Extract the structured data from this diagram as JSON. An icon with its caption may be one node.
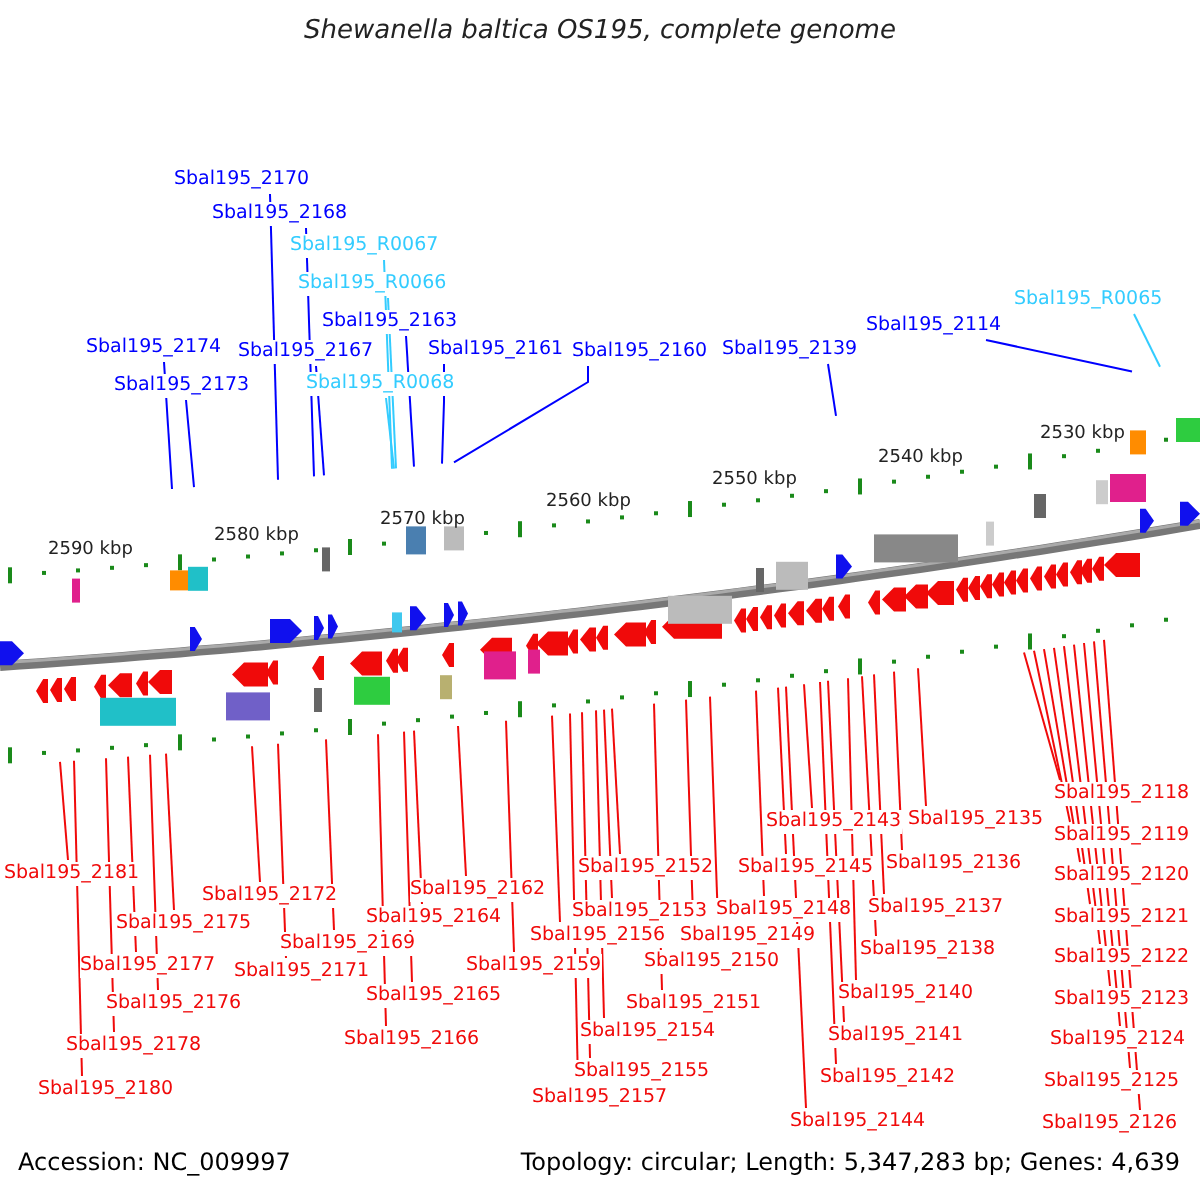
{
  "diagram": {
    "title": "Shewanella baltica OS195, complete genome",
    "nodes": [
      {
        "text": [
          "Sbal195_2170"
        ]
      },
      {
        "text": [
          "Sbal195_2168"
        ]
      },
      {
        "text": [
          "Sbal195_R0067"
        ]
      },
      {
        "text": [
          "Sbal195_R0066"
        ]
      },
      {
        "text": [
          "Sbal195_2163"
        ]
      },
      {
        "text": [
          "Sbal195_2167"
        ]
      },
      {
        "text": [
          "Sbal195_R0068"
        ]
      },
      {
        "text": [
          "Sbal195_2161"
        ]
      },
      {
        "text": [
          "Sbal195_2160"
        ]
      },
      {
        "text": [
          "Sbal195_2139"
        ]
      },
      {
        "text": [
          "Sbal195_2114"
        ]
      },
      {
        "text": [
          "Sbal195_R0065"
        ]
      },
      {
        "text": [
          "Sbal195_2174"
        ]
      },
      {
        "text": [
          "Sbal195_2173"
        ]
      },
      {
        "text": [
          "Sbal195_2181"
        ]
      },
      {
        "text": [
          "Sbal195_2172"
        ]
      },
      {
        "text": [
          "Sbal195_2175"
        ]
      },
      {
        "text": [
          "Sbal195_2169"
        ]
      },
      {
        "text": [
          "Sbal195_2177"
        ]
      },
      {
        "text": [
          "Sbal195_2171"
        ]
      },
      {
        "text": [
          "Sbal195_2176"
        ]
      },
      {
        "text": [
          "Sbal195_2178"
        ]
      },
      {
        "text": [
          "Sbal195_2180"
        ]
      },
      {
        "text": [
          "Sbal195_2164"
        ]
      },
      {
        "text": [
          "Sbal195_2162"
        ]
      },
      {
        "text": [
          "Sbal195_2165"
        ]
      },
      {
        "text": [
          "Sbal195_2166"
        ]
      },
      {
        "text": [
          "Sbal195_2159"
        ]
      },
      {
        "text": [
          "Sbal195_2152"
        ]
      },
      {
        "text": [
          "Sbal195_2153"
        ]
      },
      {
        "text": [
          "Sbal195_2156"
        ]
      },
      {
        "text": [
          "Sbal195_2149"
        ]
      },
      {
        "text": [
          "Sbal195_2150"
        ]
      },
      {
        "text": [
          "Sbal195_2151"
        ]
      },
      {
        "text": [
          "Sbal195_2154"
        ]
      },
      {
        "text": [
          "Sbal195_2155"
        ]
      },
      {
        "text": [
          "Sbal195_2157"
        ]
      },
      {
        "text": [
          "Sbal195_2148"
        ]
      },
      {
        "text": [
          "Sbal195_2145"
        ]
      },
      {
        "text": [
          "Sbal195_2143"
        ]
      },
      {
        "text": [
          "Sbal195_2135"
        ]
      },
      {
        "text": [
          "Sbal195_2136"
        ]
      },
      {
        "text": [
          "Sbal195_2137"
        ]
      },
      {
        "text": [
          "Sbal195_2138"
        ]
      },
      {
        "text": [
          "Sbal195_2140"
        ]
      },
      {
        "text": [
          "Sbal195_2141"
        ]
      },
      {
        "text": [
          "Sbal195_2142"
        ]
      },
      {
        "text": [
          "Sbal195_2144"
        ]
      },
      {
        "text": [
          "Sbal195_2118"
        ]
      },
      {
        "text": [
          "Sbal195_2119"
        ]
      },
      {
        "text": [
          "Sbal195_2120"
        ]
      },
      {
        "text": [
          "Sbal195_2121"
        ]
      },
      {
        "text": [
          "Sbal195_2122"
        ]
      },
      {
        "text": [
          "Sbal195_2123"
        ]
      },
      {
        "text": [
          "Sbal195_2124"
        ]
      },
      {
        "text": [
          "Sbal195_2125"
        ]
      },
      {
        "text": [
          "Sbal195_2126"
        ]
      }
    ],
    "edges": [
      {
        "from": 0,
        "to": null,
        "arrow": "none",
        "color": "#0000ff"
      },
      {
        "from": 1,
        "to": null,
        "arrow": "none",
        "color": "#0000ff"
      },
      {
        "from": 2,
        "to": null,
        "arrow": "none",
        "color": "#33ccff"
      },
      {
        "from": 3,
        "to": null,
        "arrow": "none",
        "color": "#33ccff"
      },
      {
        "from": 4,
        "to": null,
        "arrow": "none",
        "color": "#0000ff"
      },
      {
        "from": 5,
        "to": null,
        "arrow": "none",
        "color": "#0000ff"
      },
      {
        "from": 6,
        "to": null,
        "arrow": "none",
        "color": "#33ccff"
      },
      {
        "from": 7,
        "to": null,
        "arrow": "none",
        "color": "#0000ff"
      },
      {
        "from": 8,
        "to": null,
        "arrow": "none",
        "color": "#0000ff"
      },
      {
        "from": 9,
        "to": null,
        "arrow": "none",
        "color": "#0000ff"
      },
      {
        "from": 10,
        "to": null,
        "arrow": "none",
        "color": "#0000ff"
      },
      {
        "from": 11,
        "to": null,
        "arrow": "none",
        "color": "#33ccff"
      },
      {
        "from": 12,
        "to": null,
        "arrow": "none",
        "color": "#0000ff"
      },
      {
        "from": 13,
        "to": null,
        "arrow": "none",
        "color": "#0000ff"
      },
      {
        "from": 14,
        "to": null,
        "arrow": "none"
      },
      {
        "from": 15,
        "to": null,
        "arrow": "none"
      },
      {
        "from": 16,
        "to": null,
        "arrow": "none"
      },
      {
        "from": 17,
        "to": null,
        "arrow": "none"
      },
      {
        "from": 18,
        "to": null,
        "arrow": "none"
      },
      {
        "from": 19,
        "to": null,
        "arrow": "none"
      },
      {
        "from": 20,
        "to": null,
        "arrow": "none"
      },
      {
        "from": 21,
        "to": null,
        "arrow": "none"
      },
      {
        "from": 22,
        "to": null,
        "arrow": "none"
      },
      {
        "from": 23,
        "to": null,
        "arrow": "none"
      },
      {
        "from": 24,
        "to": null,
        "arrow": "none"
      },
      {
        "from": 25,
        "to": null,
        "arrow": "none"
      },
      {
        "from": 26,
        "to": null,
        "arrow": "none"
      },
      {
        "from": 27,
        "to": null,
        "arrow": "none"
      },
      {
        "from": 28,
        "to": null,
        "arrow": "none"
      },
      {
        "from": 29,
        "to": null,
        "arrow": "none"
      },
      {
        "from": 30,
        "to": null,
        "arrow": "none"
      },
      {
        "from": 31,
        "to": null,
        "arrow": "none"
      },
      {
        "from": 32,
        "to": null,
        "arrow": "none"
      },
      {
        "from": 33,
        "to": null,
        "arrow": "none"
      },
      {
        "from": 34,
        "to": null,
        "arrow": "none"
      },
      {
        "from": 35,
        "to": null,
        "arrow": "none"
      },
      {
        "from": 36,
        "to": null,
        "arrow": "none"
      },
      {
        "from": 37,
        "to": null,
        "arrow": "none"
      },
      {
        "from": 38,
        "to": null,
        "arrow": "none"
      },
      {
        "from": 39,
        "to": null,
        "arrow": "none"
      },
      {
        "from": 40,
        "to": null,
        "arrow": "none"
      },
      {
        "from": 41,
        "to": null,
        "arrow": "none"
      },
      {
        "from": 42,
        "to": null,
        "arrow": "none"
      },
      {
        "from": 43,
        "to": null,
        "arrow": "none"
      },
      {
        "from": 44,
        "to": null,
        "arrow": "none"
      },
      {
        "from": 45,
        "to": null,
        "arrow": "none"
      },
      {
        "from": 46,
        "to": null,
        "arrow": "none"
      },
      {
        "from": 47,
        "to": null,
        "arrow": "none"
      },
      {
        "from": 48,
        "to": null,
        "arrow": "none"
      },
      {
        "from": 49,
        "to": null,
        "arrow": "none"
      },
      {
        "from": 50,
        "to": null,
        "arrow": "none"
      },
      {
        "from": 51,
        "to": null,
        "arrow": "none"
      },
      {
        "from": 52,
        "to": null,
        "arrow": "none"
      },
      {
        "from": 53,
        "to": null,
        "arrow": "none"
      },
      {
        "from": 54,
        "to": null,
        "arrow": "none"
      },
      {
        "from": 55,
        "to": null,
        "arrow": "none"
      },
      {
        "from": 56,
        "to": null,
        "arrow": "none"
      }
    ],
    "labels": [
      "2590 kbp",
      "2580 kbp",
      "2570 kbp",
      "2560 kbp",
      "2550 kbp",
      "2540 kbp",
      "2530 kbp",
      "Accession: NC_009997",
      "Topology: circular; Length: 5,347,283 bp; Genes: 4,639"
    ]
  }
}
